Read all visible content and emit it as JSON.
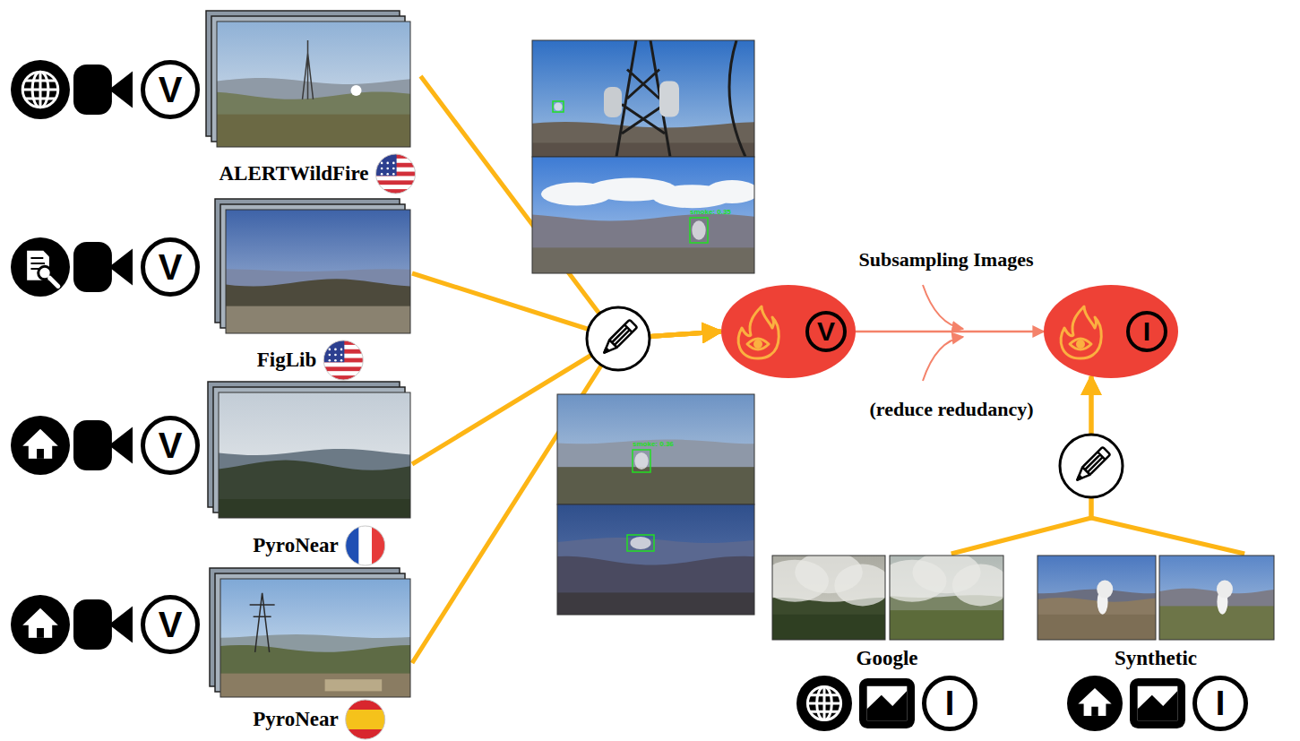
{
  "diagram": {
    "nodes": [
      {
        "text": [
          "ALERTWildFire"
        ]
      },
      {
        "text": [
          "FigLib"
        ]
      },
      {
        "text": [
          "PyroNear"
        ]
      },
      {
        "text": [
          "PyroNear"
        ]
      },
      {
        "text": [
          "V"
        ]
      },
      {
        "text": [
          "I"
        ]
      },
      {
        "text": [
          "Google"
        ]
      },
      {
        "text": [
          "Synthetic"
        ]
      }
    ],
    "edges": [
      {
        "from": 0,
        "to": 4,
        "arrow": "to"
      },
      {
        "from": 1,
        "to": 4,
        "arrow": "to"
      },
      {
        "from": 2,
        "to": 4,
        "arrow": "to"
      },
      {
        "from": 3,
        "to": 4,
        "arrow": "to"
      },
      {
        "from": 4,
        "to": 5,
        "label": "Subsampling Images",
        "arrow": "to"
      },
      {
        "from": 6,
        "to": 5,
        "arrow": "to"
      },
      {
        "from": 7,
        "to": 5,
        "arrow": "to"
      }
    ],
    "labels": [
      "V",
      "V",
      "V",
      "V",
      "smoke: 0.35",
      "smoke: 0.36",
      "(reduce redudancy)",
      "I",
      "I"
    ]
  }
}
